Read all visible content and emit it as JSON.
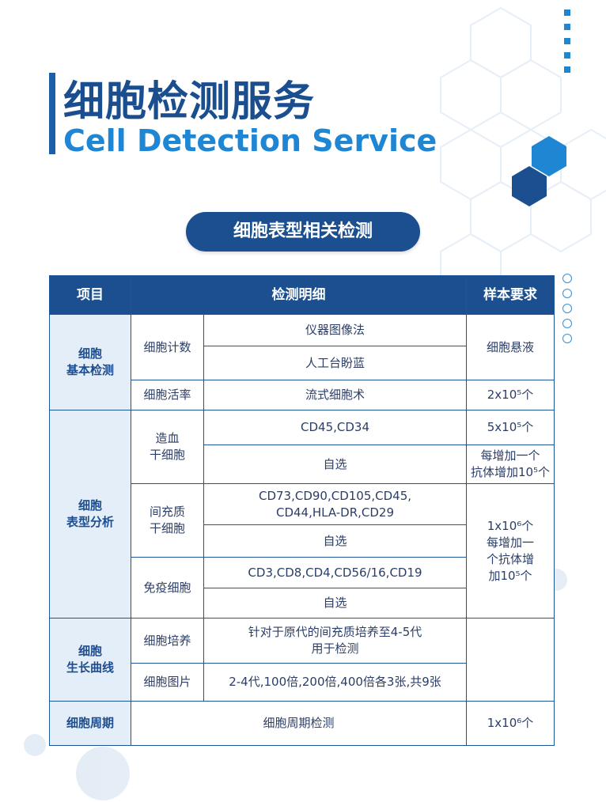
{
  "title_cn": "细胞检测服务",
  "title_en": "Cell Detection Service",
  "section_title": "细胞表型相关检测",
  "table": {
    "headers": {
      "item": "项目",
      "detail": "检测明细",
      "sample": "样本要求"
    },
    "basic": {
      "category": "细胞\n基本检测",
      "count": {
        "label": "细胞计数",
        "d1": "仪器图像法",
        "d2": "人工台盼蓝",
        "sample": "细胞悬液"
      },
      "viability": {
        "label": "细胞活率",
        "detail": "流式细胞术",
        "sample": "2x10⁵个"
      }
    },
    "phenotype": {
      "category": "细胞\n表型分析",
      "hsc": {
        "label": "造血\n干细胞",
        "d1": "CD45,CD34",
        "s1": "5x10⁵个",
        "d2": "自选",
        "s2": "每增加一个\n抗体增加10⁵个"
      },
      "msc": {
        "label": "间充质\n干细胞",
        "d1": "CD73,CD90,CD105,CD45,\nCD44,HLA-DR,CD29",
        "d2": "自选"
      },
      "immune": {
        "label": "免疫细胞",
        "d1": "CD3,CD8,CD4,CD56/16,CD19",
        "d2": "自选"
      },
      "shared_sample": "1x10⁶个\n每增加一\n个抗体增\n加10⁵个"
    },
    "growth": {
      "category": "细胞\n生长曲线",
      "culture": {
        "label": "细胞培养",
        "detail": "针对于原代的间充质培养至4-5代\n用于检测"
      },
      "image": {
        "label": "细胞图片",
        "detail": "2-4代,100倍,200倍,400倍各3张,共9张"
      }
    },
    "cycle": {
      "category": "细胞周期",
      "detail": "细胞周期检测",
      "sample": "1x10⁶个"
    }
  }
}
